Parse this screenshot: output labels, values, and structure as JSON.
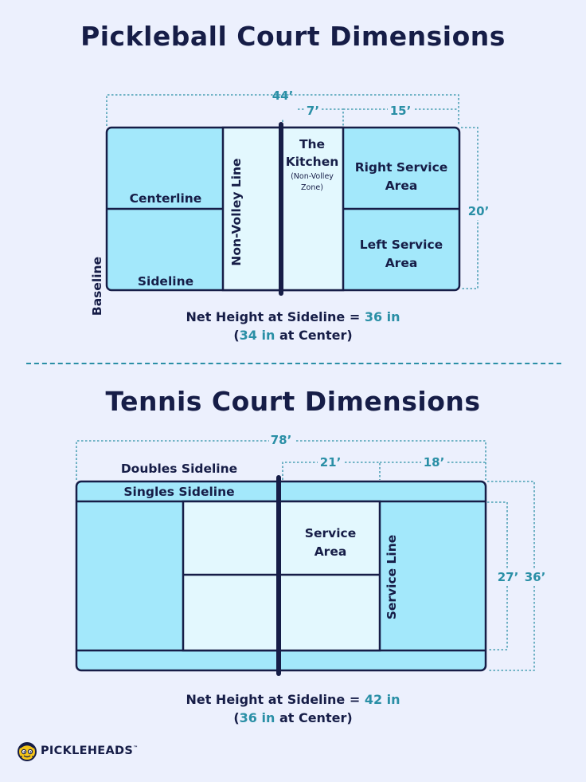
{
  "pickleball": {
    "title": "Pickleball Court Dimensions",
    "dimensions": {
      "length": "44’",
      "kitchen": "7’",
      "service": "15’",
      "width": "20’"
    },
    "labels": {
      "baseline": "Baseline",
      "centerline": "Centerline",
      "sideline": "Sideline",
      "non_volley_line": "Non-Volley Line",
      "kitchen_line1": "The",
      "kitchen_line2": "Kitchen",
      "kitchen_sub1": "(Non-Volley",
      "kitchen_sub2": "Zone)",
      "right_service_1": "Right Service",
      "right_service_2": "Area",
      "left_service_1": "Left Service",
      "left_service_2": "Area"
    },
    "net": {
      "label": "Net Height at Sideline = ",
      "sideline_value": "36 in",
      "center_open": "(",
      "center_value": "34 in",
      "center_suffix": " at Center)"
    }
  },
  "tennis": {
    "title": "Tennis Court Dimensions",
    "dimensions": {
      "length": "78’",
      "service_depth": "21’",
      "back": "18’",
      "singles_width": "27’",
      "doubles_width": "36’"
    },
    "labels": {
      "doubles_sideline": "Doubles Sideline",
      "singles_sideline": "Singles Sideline",
      "service_area_1": "Service",
      "service_area_2": "Area",
      "service_line": "Service Line"
    },
    "net": {
      "label": "Net Height at Sideline = ",
      "sideline_value": "42 in",
      "center_open": "(",
      "center_value": "36 in",
      "center_suffix": " at Center)"
    }
  },
  "brand": {
    "name": "PICKLEHEADS",
    "tm": "™"
  },
  "colors": {
    "navy": "#161d47",
    "teal": "#2a8fa6",
    "court_light": "#e3f8fe",
    "court_mid": "#a3e8fb",
    "background": "#ecf0fd"
  }
}
